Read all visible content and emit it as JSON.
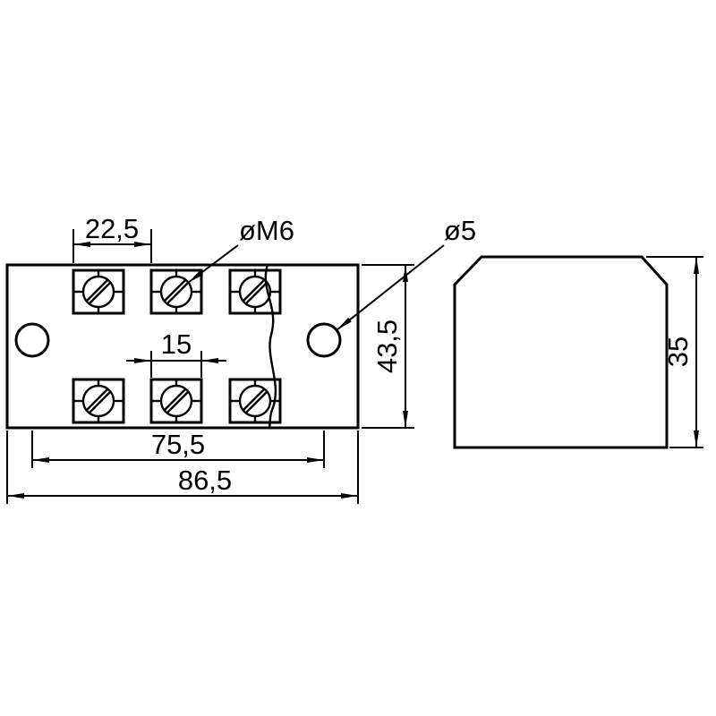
{
  "drawing": {
    "background_color": "#ffffff",
    "line_color": "#000000",
    "dimensions": {
      "terminal_pitch": "22,5",
      "screw_thread": "øM6",
      "mount_hole_diameter": "ø5",
      "terminal_width": "15",
      "body_depth": "43,5",
      "mount_hole_spacing": "75,5",
      "overall_width": "86,5",
      "body_height": "35"
    }
  }
}
